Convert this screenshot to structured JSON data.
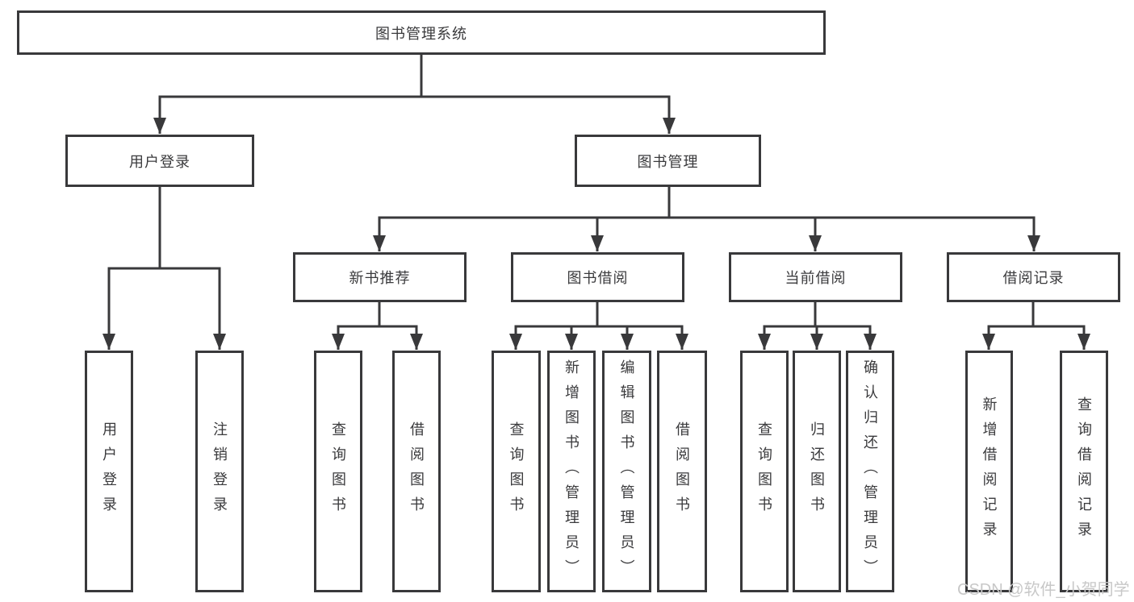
{
  "tree": {
    "root": {
      "label": "图书管理系统"
    },
    "branches": [
      {
        "label": "用户登录",
        "children": [
          {
            "label": "用户登录"
          },
          {
            "label": "注销登录"
          }
        ]
      },
      {
        "label": "图书管理",
        "children": [
          {
            "label": "新书推荐",
            "children": [
              {
                "label": "查询图书"
              },
              {
                "label": "借阅图书"
              }
            ]
          },
          {
            "label": "图书借阅",
            "children": [
              {
                "label": "查询图书"
              },
              {
                "label": "新增图书（管理员）"
              },
              {
                "label": "编辑图书（管理员）"
              },
              {
                "label": "借阅图书"
              }
            ]
          },
          {
            "label": "当前借阅",
            "children": [
              {
                "label": "查询图书"
              },
              {
                "label": "归还图书"
              },
              {
                "label": "确认归还（管理员）"
              }
            ]
          },
          {
            "label": "借阅记录",
            "children": [
              {
                "label": "新增借阅记录"
              },
              {
                "label": "查询借阅记录"
              }
            ]
          }
        ]
      }
    ]
  },
  "watermark": "CSDN @软件_小贺同学",
  "colors": {
    "line": "#39393b",
    "text": "#3a3a3c",
    "watermark": "#c8c8c8",
    "background": "#ffffff"
  }
}
